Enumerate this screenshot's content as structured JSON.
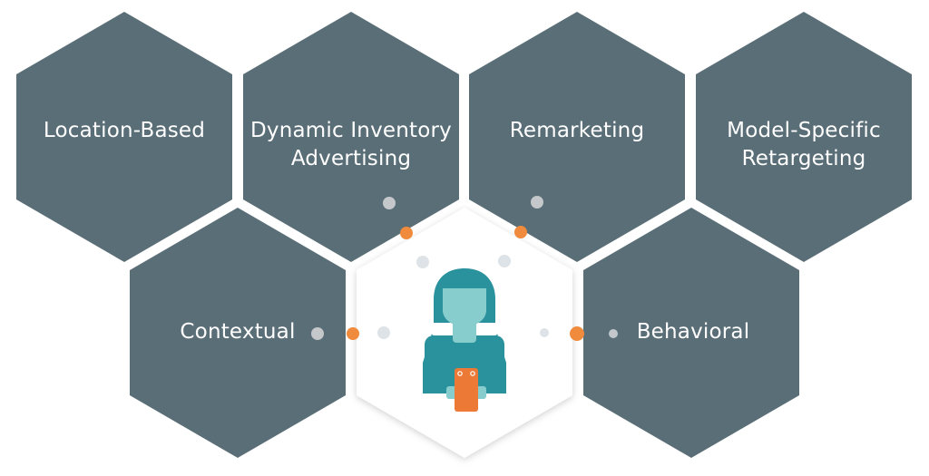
{
  "colors": {
    "hexagon_fill": "#5a6e77",
    "center_fill": "#ffffff",
    "background": "#ffffff",
    "text": "#ffffff",
    "accent_orange": "#f08a3c",
    "dot_grey": "#c4c8ca",
    "dot_light": "#dde3e6",
    "person_teal": "#2a929c",
    "person_light": "#88cdcd",
    "phone_orange": "#ec7a36"
  },
  "tiles": {
    "location_based": {
      "line1": "Location-Based"
    },
    "dynamic_inventory": {
      "line1": "Dynamic Inventory",
      "line2": "Advertising"
    },
    "remarketing": {
      "line1": "Remarketing"
    },
    "model_specific": {
      "line1": "Model-Specific",
      "line2": "Retargeting"
    },
    "contextual": {
      "line1": "Contextual"
    },
    "behavioral": {
      "line1": "Behavioral"
    }
  },
  "center": {
    "icon": "person-with-phone-icon"
  }
}
